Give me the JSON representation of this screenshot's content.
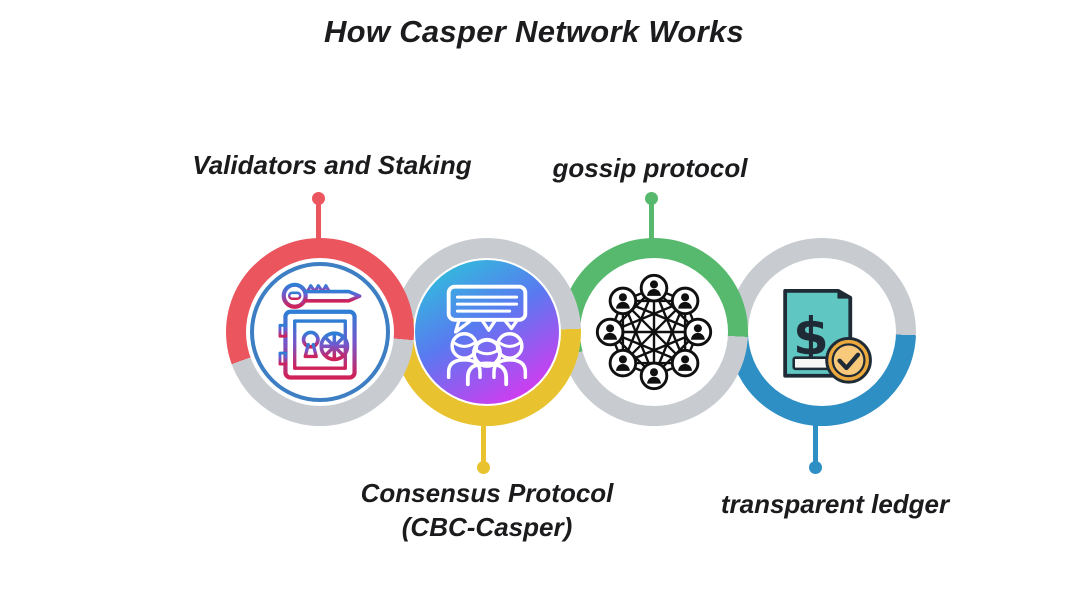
{
  "title": "How Casper Network Works",
  "nodes": [
    {
      "id": "validators",
      "label": "Validators and Staking",
      "accent_color": "#ea555e",
      "label_position": "top",
      "icon": "safe-key-icon"
    },
    {
      "id": "consensus",
      "label_line1": "Consensus Protocol",
      "label_line2": "(CBC-Casper)",
      "accent_color": "#e9c32f",
      "label_position": "bottom",
      "icon": "people-chat-icon"
    },
    {
      "id": "gossip",
      "label": "gossip protocol",
      "accent_color": "#57b96d",
      "label_position": "top",
      "icon": "network-mesh-icon"
    },
    {
      "id": "ledger",
      "label": "transparent ledger",
      "accent_color": "#2e8fc5",
      "label_position": "bottom",
      "icon": "ledger-check-icon"
    }
  ],
  "colors": {
    "background": "#ffffff",
    "text": "#1b1b1d",
    "ring_gray": "#c8ccd1",
    "inner_ring_blue": "#3e7fc4",
    "gradient_circle": [
      "#27ccd7",
      "#597af0",
      "#e431f0"
    ],
    "document_teal": "#5fc6c1",
    "coin_gold": "#eca93d"
  }
}
